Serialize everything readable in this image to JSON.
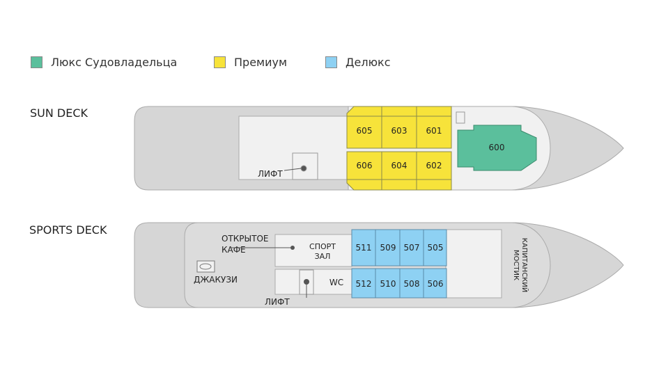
{
  "colors": {
    "owner": "#5bbf9c",
    "premium": "#f7e33a",
    "deluxe": "#8ed1f3",
    "hull": "#d6d6d6",
    "deck": "#f1f1f1"
  },
  "legend": [
    {
      "label": "Люкс Судовладельца"
    },
    {
      "label": "Премиум"
    },
    {
      "label": "Делюкс"
    }
  ],
  "sun_deck": {
    "title": "SUN DECK",
    "lift": "ЛИФТ",
    "cabins": [
      "605",
      "603",
      "601",
      "606",
      "604",
      "602",
      "600"
    ]
  },
  "sports_deck": {
    "title": "SPORTS DECK",
    "cafe": [
      "ОТКРЫТОЕ",
      "КАФЕ"
    ],
    "gym": [
      "СПОРТ",
      "ЗАЛ"
    ],
    "wc": "WC",
    "jacuzzi": "ДЖАКУЗИ",
    "lift": "ЛИФТ",
    "bridge": [
      "КАПИТАНСКИЙ",
      "МОСТИК"
    ],
    "cabins": [
      "511",
      "509",
      "507",
      "505",
      "512",
      "510",
      "508",
      "506"
    ]
  }
}
